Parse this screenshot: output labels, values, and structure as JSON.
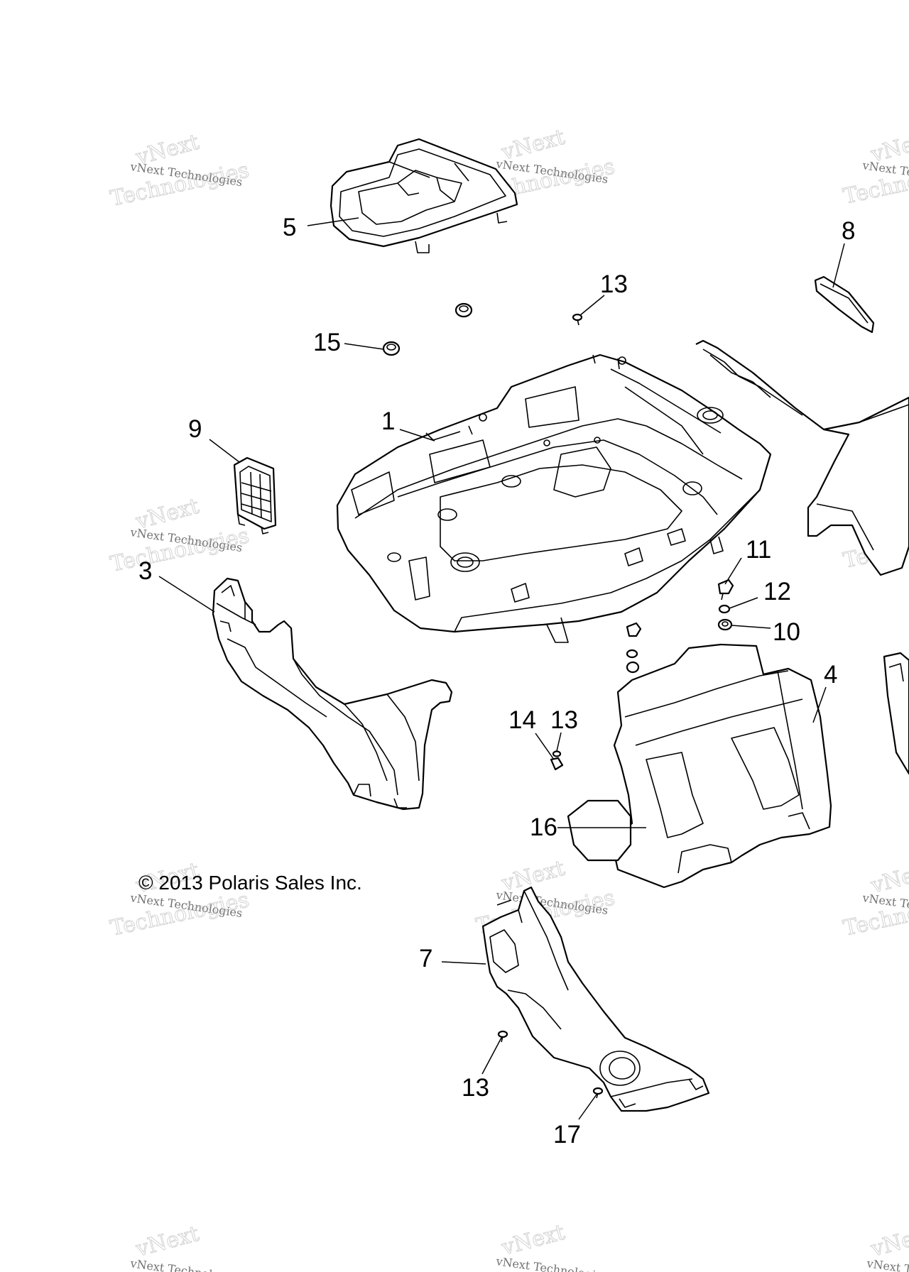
{
  "callouts": {
    "c1": "1",
    "c3": "3",
    "c4": "4",
    "c5": "5",
    "c7": "7",
    "c8": "8",
    "c9": "9",
    "c10": "10",
    "c11": "11",
    "c12": "12",
    "c13a": "13",
    "c13b": "13",
    "c13c": "13",
    "c14": "14",
    "c15": "15",
    "c16": "16",
    "c17": "17"
  },
  "copyright": "© 2013 Polaris Sales Inc.",
  "watermark": {
    "brand": "vNext",
    "line1": "vNext Technologies",
    "line2": "Technologies"
  }
}
